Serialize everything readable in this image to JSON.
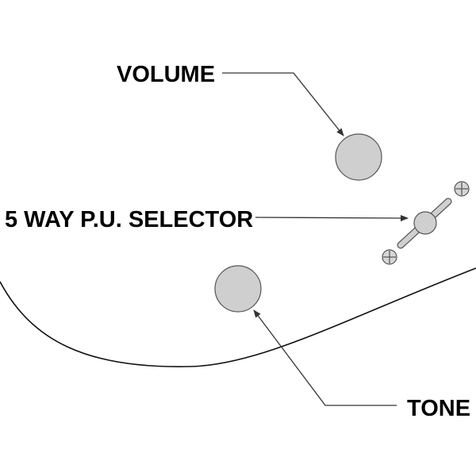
{
  "diagram": {
    "labels": {
      "volume": "VOLUME",
      "selector": "5 WAY P.U. SELECTOR",
      "tone": "TONE"
    },
    "colors": {
      "knob_fill": "#cfcfcf",
      "outline": "#555555",
      "text": "#000000",
      "background": "#ffffff"
    }
  }
}
